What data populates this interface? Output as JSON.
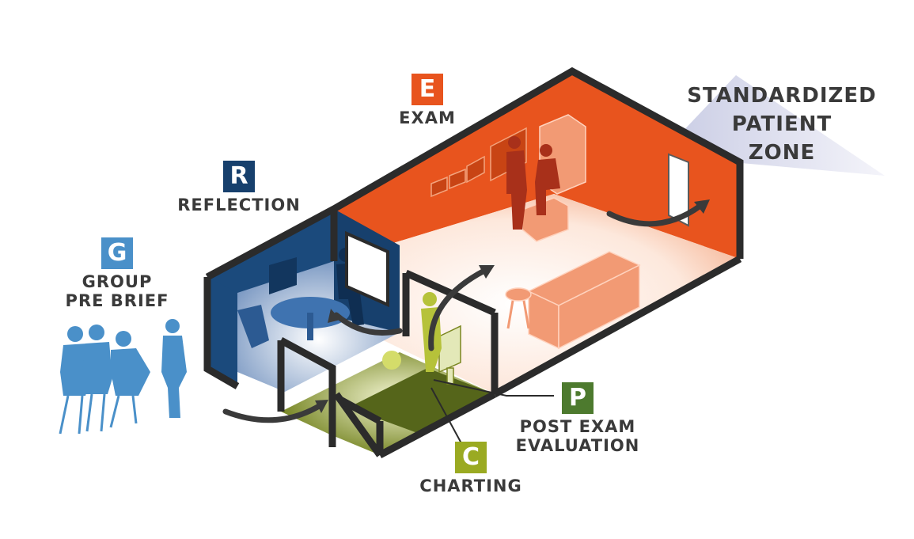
{
  "zones": {
    "exam": {
      "letter": "E",
      "label": "EXAM",
      "color": "#e8541e"
    },
    "reflection": {
      "letter": "R",
      "label": "REFLECTION",
      "color": "#17406d"
    },
    "group": {
      "letter": "G",
      "label_line1": "GROUP",
      "label_line2": "PRE BRIEF",
      "color": "#4a90c9"
    },
    "post_exam": {
      "letter": "P",
      "label_line1": "POST EXAM",
      "label_line2": "EVALUATION",
      "color": "#4d7a2e"
    },
    "charting": {
      "letter": "C",
      "label": "CHARTING",
      "color": "#9aaa22"
    }
  },
  "standardized_patient_zone": {
    "line1": "STANDARDIZED",
    "line2": "PATIENT",
    "line3": "ZONE"
  }
}
